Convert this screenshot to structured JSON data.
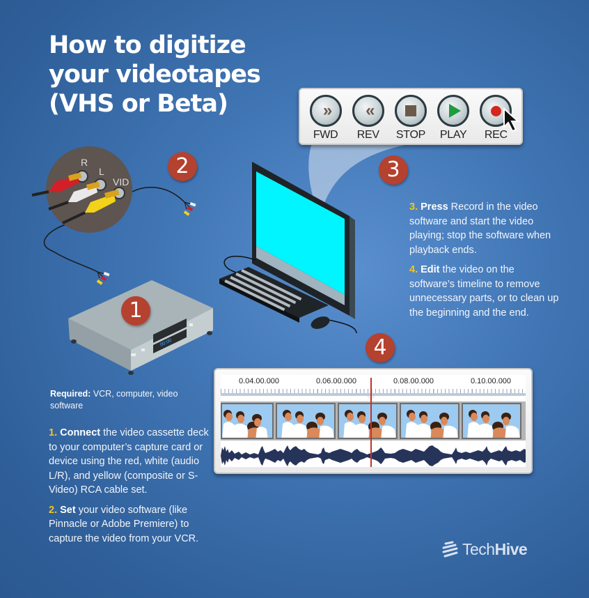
{
  "title": {
    "lines": [
      "How to digitize",
      "your videotapes",
      "(VHS or Beta)"
    ]
  },
  "badges": [
    "1",
    "2",
    "3",
    "4"
  ],
  "controls": {
    "buttons": [
      {
        "label": "FWD",
        "icon": "fast-forward-icon"
      },
      {
        "label": "REV",
        "icon": "rewind-icon"
      },
      {
        "label": "STOP",
        "icon": "stop-icon"
      },
      {
        "label": "PLAY",
        "icon": "play-icon"
      },
      {
        "label": "REC",
        "icon": "record-icon"
      }
    ]
  },
  "rca": {
    "labels": [
      "R",
      "L",
      "VID"
    ],
    "colors": {
      "red": "#d21f2a",
      "white": "#e9e9e9",
      "yellow": "#f2d21a"
    }
  },
  "required": {
    "label": "Required:",
    "text": " VCR, computer, video software"
  },
  "steps": [
    {
      "num": "1.",
      "keyword": "Connect",
      "text": " the video cassette deck to your computer’s capture card or device using the red, white (audio L/R), and yellow (composite or S-Video) RCA cable set."
    },
    {
      "num": "2.",
      "keyword": "Set",
      "text": " your video software (like Pinnacle or Adobe Premiere) to capture the video from your VCR."
    },
    {
      "num": "3.",
      "keyword": "Press",
      "text": " Record in the video software and start the video playing; stop the software when playback ends."
    },
    {
      "num": "4.",
      "keyword": "Edit",
      "text": " the video on the software’s timeline to remove unnecessary parts, or to clean up the beginning and the end."
    }
  ],
  "timeline": {
    "ruler_labels": [
      "0.04.00.000",
      "0.06.00.000",
      "0.08.00.000",
      "0.10.00.000"
    ],
    "frame_count": 5,
    "playhead_color": "#c2322a",
    "waveform_color": "#27345a"
  },
  "logo": {
    "light": "Tech",
    "bold": "Hive"
  },
  "colors": {
    "background": "#3f72b0",
    "badge": "#b5412f",
    "step_number": "#f6c51b",
    "screen": "#00f5ff"
  }
}
